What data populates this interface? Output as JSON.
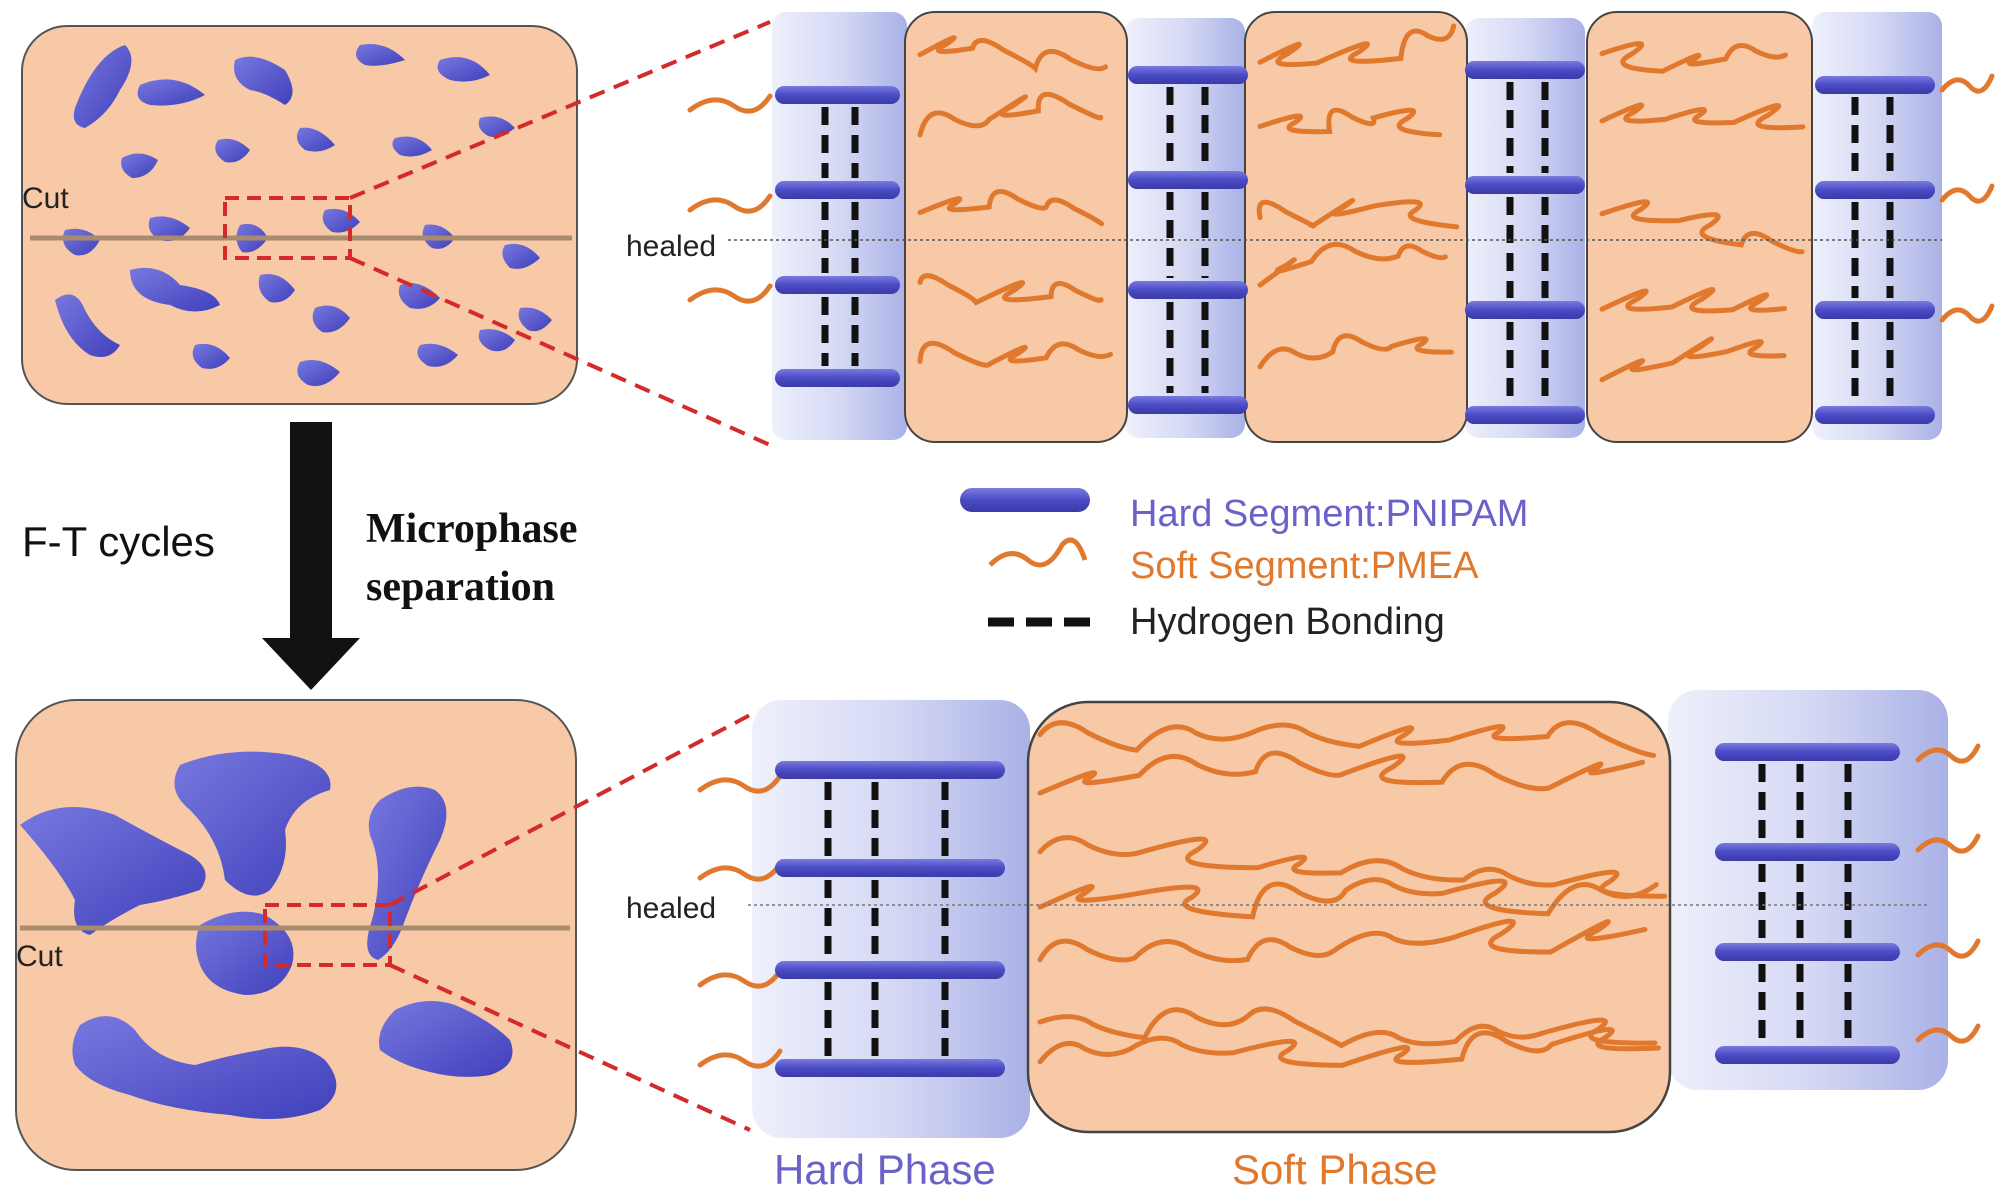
{
  "labels": {
    "cut_top": "Cut",
    "cut_bottom": "Cut",
    "healed_top": "healed",
    "healed_bottom": "healed",
    "ft_cycles": "F-T cycles",
    "microphase_line1": "Microphase",
    "microphase_line2": "separation",
    "hard_phase": "Hard Phase",
    "soft_phase": "Soft Phase"
  },
  "legend": {
    "hard_segment": "Hard Segment:PNIPAM",
    "soft_segment": "Soft Segment:PMEA",
    "hydrogen_bonding": "Hydrogen Bonding"
  },
  "colors": {
    "matrix": "#f7c9a6",
    "hard_blue": "#5353cc",
    "hard_phase_fill": "#cfd3f2",
    "soft_orange": "#e0782e",
    "zoom_red": "#d42a2a",
    "cut_line": "#a88a6e",
    "hard_text": "#6a62c8",
    "soft_text": "#e0782e"
  }
}
